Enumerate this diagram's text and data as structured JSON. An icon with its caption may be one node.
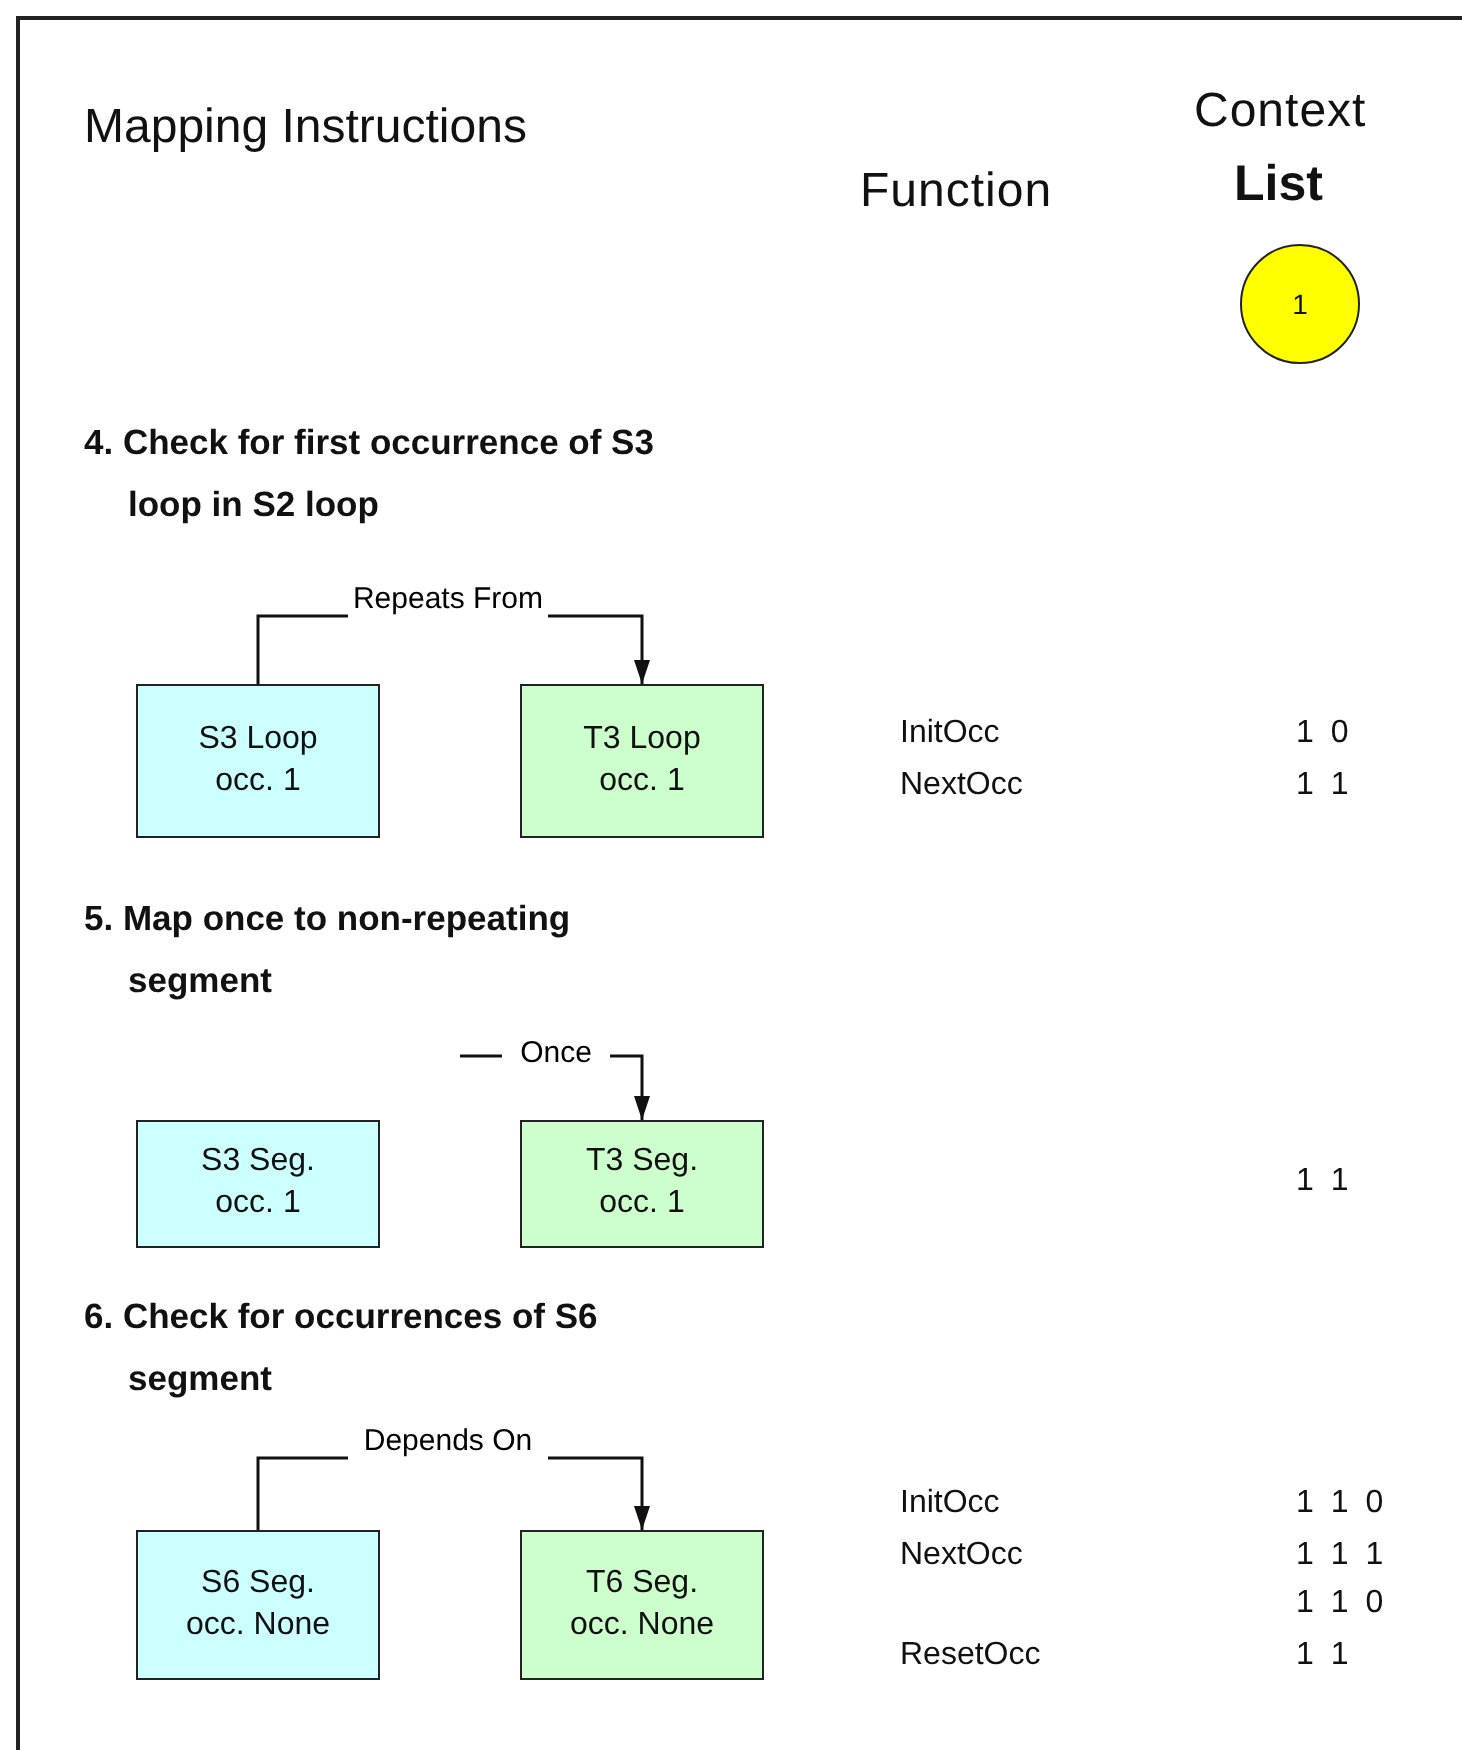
{
  "diagram": {
    "nodes": [
      {
        "text": [
          "S3 Loop occ. 1"
        ]
      },
      {
        "text": [
          "T3 Loop occ. 1"
        ]
      },
      {
        "text": [
          "S3 Seg. occ. 1"
        ]
      },
      {
        "text": [
          "T3 Seg. occ. 1"
        ]
      },
      {
        "text": [
          "S6 Seg. occ. None"
        ]
      },
      {
        "text": [
          "T6 Seg. occ. None"
        ]
      },
      {
        "text": [
          "1"
        ]
      }
    ],
    "edges": [
      {
        "from": 0,
        "to": 1,
        "arrow": "to",
        "label": "Repeats From"
      },
      {
        "from": null,
        "to": 3,
        "arrow": "to",
        "label": "Once"
      },
      {
        "from": 4,
        "to": 5,
        "arrow": "to",
        "label": "Depends On"
      }
    ],
    "labels": [
      "Mapping Instructions",
      "Function",
      "Context",
      "List",
      "4. Check for first occurrence of S3 loop in S2 loop",
      "InitOcc",
      "1 0",
      "NextOcc",
      "1 1",
      "5. Map once to non-repeating segment",
      "1 1",
      "6. Check for occurrences of S6 segment",
      "InitOcc",
      "1 1 0",
      "NextOcc",
      "1 1 1",
      "1 1 0",
      "ResetOcc",
      "1 1"
    ]
  }
}
